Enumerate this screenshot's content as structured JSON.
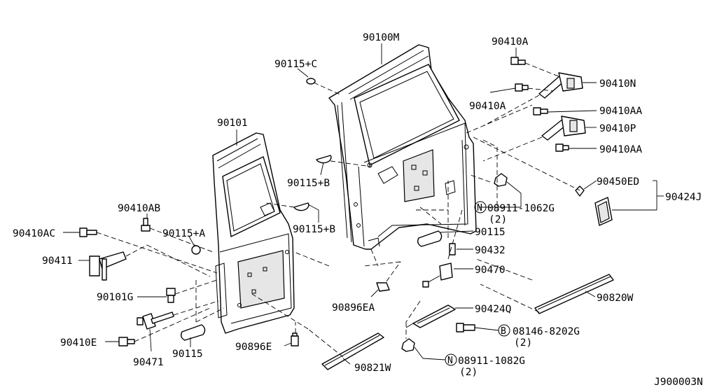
{
  "labels": {
    "p90100M": "90100M",
    "p90115C": "90115+C",
    "p90101": "90101",
    "p90115B1": "90115+B",
    "p90115B2": "90115+B",
    "p90410AB": "90410AB",
    "p90410AC": "90410AC",
    "p90115A": "90115+A",
    "p90411": "90411",
    "p90101G": "90101G",
    "p90410E": "90410E",
    "p90471": "90471",
    "p90115L": "90115",
    "p90896E": "90896E",
    "p90821W": "90821W",
    "p90896EA": "90896EA",
    "p90410A1": "90410A",
    "p90410A2": "90410A",
    "p90410N": "90410N",
    "p90410AA1": "90410AA",
    "p90410P": "90410P",
    "p90410AA2": "90410AA",
    "p90450ED": "90450ED",
    "p90424J": "90424J",
    "p08911_1062G": "08911-1062G",
    "q1062": "(2)",
    "p90115R": "90115",
    "p90432": "90432",
    "p90470": "90470",
    "p90424Q": "90424Q",
    "p90820W": "90820W",
    "p08146": "08146-8202G",
    "q8146": "(2)",
    "p08911_1082G": "08911-1082G",
    "q1082": "(2)",
    "diagram_code": "J900003N"
  },
  "badges": {
    "n1": "N",
    "b1": "B",
    "n2": "N"
  }
}
